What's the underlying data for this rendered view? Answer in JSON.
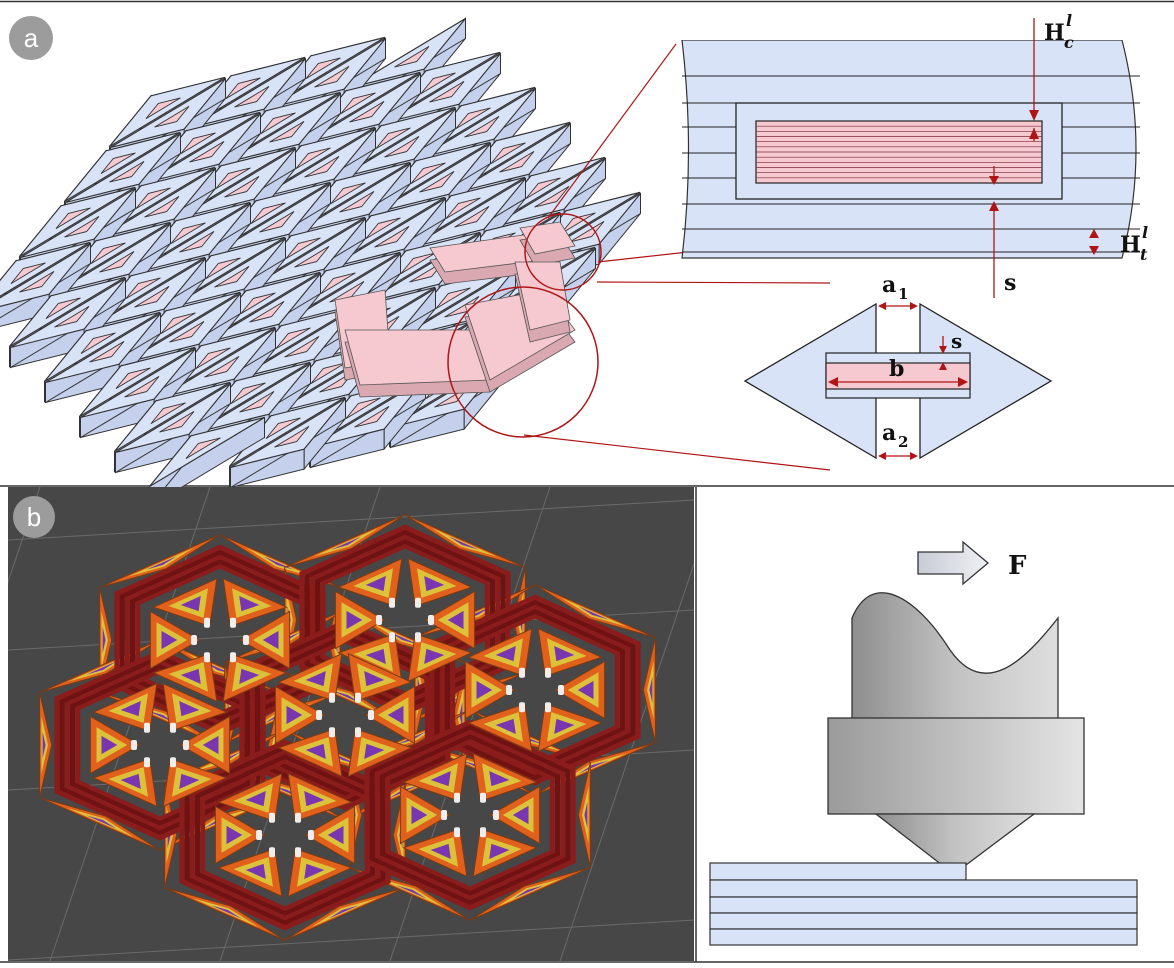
{
  "figure": {
    "panel_a": {
      "badge": "a",
      "top_view_labels": {
        "hc": "H",
        "hc_sup": "l",
        "hc_sub": "c",
        "ht": "H",
        "ht_sup": "l",
        "ht_sub": "t",
        "s": "s"
      },
      "cross_section_labels": {
        "a1": "a",
        "a1_sub": "1",
        "a2": "a",
        "a2_sub": "2",
        "b": "b",
        "s": "s"
      }
    },
    "panel_b": {
      "badge": "b",
      "force_label": "F"
    },
    "colors": {
      "tile": "#d9e3f8",
      "tile_side": "#c4d0ec",
      "pink": "#f5c9cf",
      "accent_red": "#b01515",
      "print_bg": "#474747",
      "print_red": "#8b1c1c",
      "print_orange": "#e0601c",
      "print_yellow": "#dcc23a",
      "print_purple": "#7a35b0"
    }
  }
}
